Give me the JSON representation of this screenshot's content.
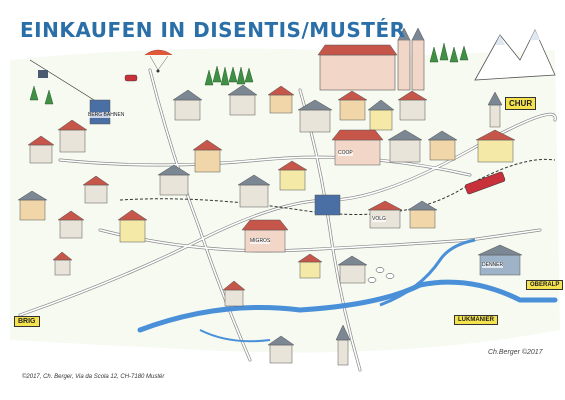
{
  "title": "EINKAUFEN IN DISENTIS/MUSTÉR",
  "signs": {
    "chur": "CHUR",
    "brig": "BRIG",
    "oberalp": "OBERALP",
    "lukmanier": "LUKMANIER"
  },
  "building_labels": {
    "bergbahnen": "BERG BAHNEN",
    "coop": "COOP",
    "migros": "MIGROS",
    "volg": "VOLG",
    "denner": "DENNER"
  },
  "copyright": "©2017, Ch. Berger, Via da Scola 12, CH-7180 Mustér",
  "signature": "Ch.Berger ©2017",
  "colors": {
    "title": "#2b6fa8",
    "river": "#4a90d9",
    "road": "#8a8a8a",
    "meadow": "#eef5e6",
    "forest": "#3f8f45",
    "roof_red": "#c7564a",
    "roof_grey": "#7c8794",
    "sign_yellow": "#f4e34f",
    "train": "#c8303a"
  },
  "icons": [
    "paraglider-icon",
    "gondola-icon",
    "train-icon",
    "church-icon",
    "car-icon",
    "cow-icon",
    "mountain-icon"
  ]
}
